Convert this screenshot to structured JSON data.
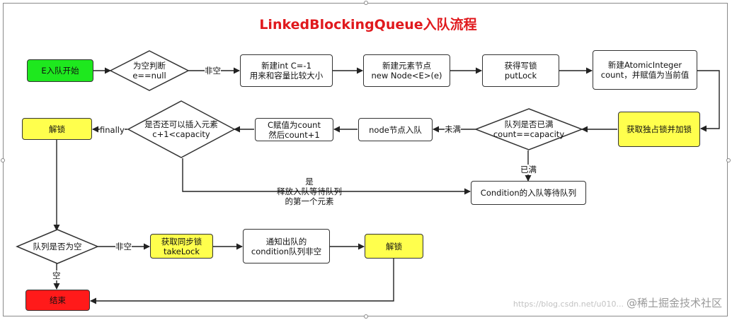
{
  "title": "LinkedBlockingQueue入队流程",
  "nodes": {
    "start": "E入队开始",
    "check_null": "为空判断\ne==null",
    "new_int": "新建int C=-1\n用来和容量比较大小",
    "new_node": "新建元素节点\nnew Node<E>(e)",
    "get_putlock": "获得写锁\nputLock",
    "new_atomic": "新建AtomicInteger\ncount，并赋值为当前值",
    "lock": "获取独占锁并加锁",
    "check_full": "队列是否已满\ncount==capacity",
    "enqueue": "node节点入队",
    "assign_c": "C赋值为count\n然后count+1",
    "check_insert": "是否还可以插入元素\nc+1<capacity",
    "unlock1": "解锁",
    "cond_wait": "Condition的入队等待队列",
    "check_empty": "队列是否为空",
    "take_lock": "获取同步锁\ntakeLock",
    "notify": "通知出队的\ncondition队列非空",
    "unlock2": "解锁",
    "end": "结束"
  },
  "edge_labels": {
    "not_empty_1": "非空",
    "not_full": "未满",
    "full": "已满",
    "finally": "finally",
    "yes_release": "是\n释放入队等待队列\n的第一个元素",
    "not_empty_2": "非空",
    "empty": "空"
  },
  "watermark": {
    "url": "https://blog.csdn.net/u010...",
    "brand": "@稀土掘金技术社区"
  }
}
